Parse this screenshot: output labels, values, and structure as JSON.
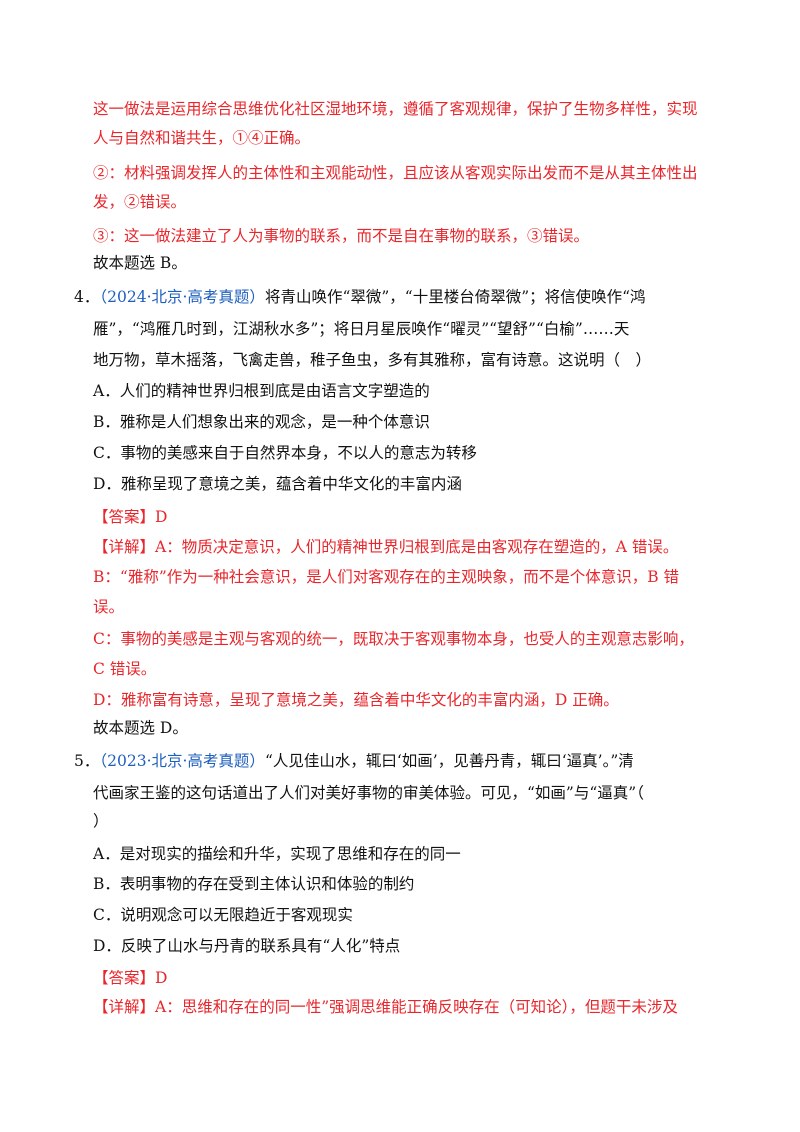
{
  "colors": {
    "explanation": "#e8262b",
    "source": "#1f5fbf",
    "body": "#111111"
  },
  "q3_tail": {
    "l1": "这一做法是运用综合思维优化社区湿地环境，遵循了客观规律，保护了生物多样性，实现",
    "l2": "人与自然和谐共生，①④正确。",
    "l3": "②：材料强调发挥人的主体性和主观能动性，且应该从客观实际出发而不是从其主体性出",
    "l4": "发，②错误。",
    "l5": "③：这一做法建立了人为事物的联系，而不是自在事物的联系，③错误。",
    "l6": "故本题选 B。"
  },
  "q4": {
    "number": "4．",
    "source": "（2024·北京·高考真题）",
    "stem1": "将青山唤作“翠微”，“十里楼台倚翠微”；将信使唤作“鸿",
    "stem2": "雁”，“鸿雁几时到，江湖秋水多”；将日月星辰唤作“曜灵”“望舒”“白榆”……天",
    "stem3": "地万物，草木摇落，飞禽走兽，稚子鱼虫，多有其雅称，富有诗意。这说明（　）",
    "options": [
      "A．人们的精神世界归根到底是由语言文字塑造的",
      "B．雅称是人们想象出来的观念，是一种个体意识",
      "C．事物的美感来自于自然界本身，不以人的意志为转移",
      "D．雅称呈现了意境之美，蕴含着中华文化的丰富内涵"
    ],
    "answer": "【答案】D",
    "exp1": "【详解】A：物质决定意识，人们的精神世界归根到底是由客观存在塑造的，A 错误。",
    "exp2": "B：“雅称”作为一种社会意识，是人们对客观存在的主观映象，而不是个体意识，B 错",
    "exp3": "误。",
    "exp4": "C：事物的美感是主观与客观的统一，既取决于客观事物本身，也受人的主观意志影响，",
    "exp5": "C 错误。",
    "exp6": "D：雅称富有诗意，呈现了意境之美，蕴含着中华文化的丰富内涵，D 正确。",
    "conclusion": "故本题选 D。"
  },
  "q5": {
    "number": "5．",
    "source": "（2023·北京·高考真题）",
    "stem1": "“人见佳山水，辄曰‘如画’，见善丹青，辄曰‘逼真’。”清",
    "stem2": "代画家王鉴的这句话道出了人们对美好事物的审美体验。可见，“如画”与“逼真”（",
    "stem3": "）",
    "options": [
      "A．是对现实的描绘和升华，实现了思维和存在的同一",
      "B．表明事物的存在受到主体认识和体验的制约",
      "C．说明观念可以无限趋近于客观现实",
      "D．反映了山水与丹青的联系具有“人化”特点"
    ],
    "answer": "【答案】D",
    "exp1": "【详解】A：思维和存在的同一性”强调思维能正确反映存在（可知论），但题干未涉及"
  }
}
